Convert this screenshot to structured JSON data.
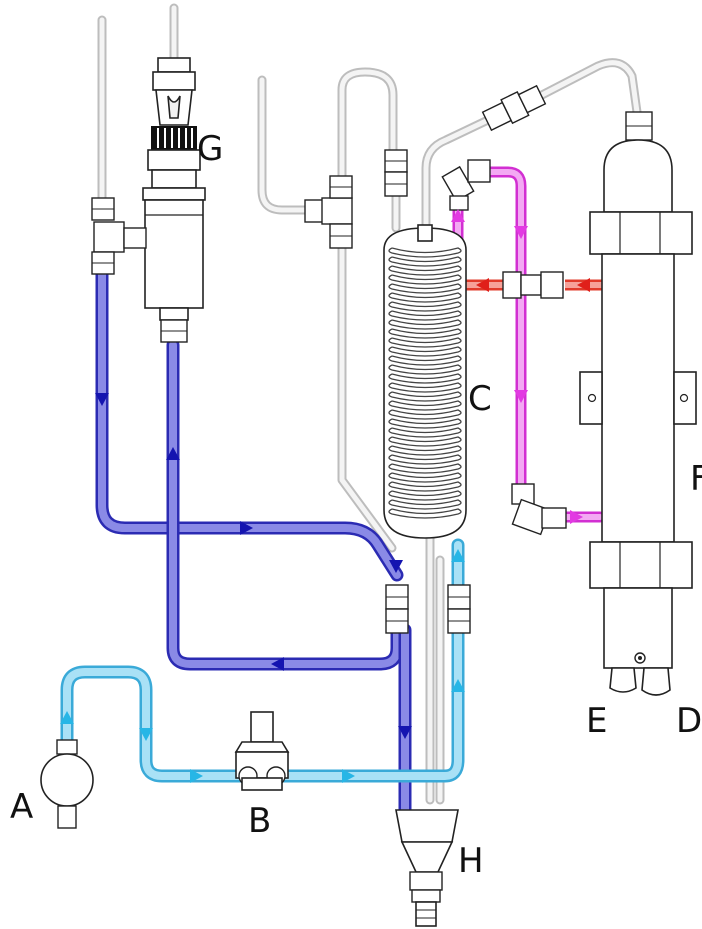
{
  "labels": {
    "a": "A",
    "b": "B",
    "c": "C",
    "d": "D",
    "e": "E",
    "f": "F",
    "g": "G",
    "h": "H"
  },
  "flow_colors": {
    "dark_blue": "#2b2bb3",
    "light_blue": "#3aaad8",
    "magenta": "#d22fd2",
    "red": "#e03b2b",
    "grey": "#bdbdbd"
  }
}
